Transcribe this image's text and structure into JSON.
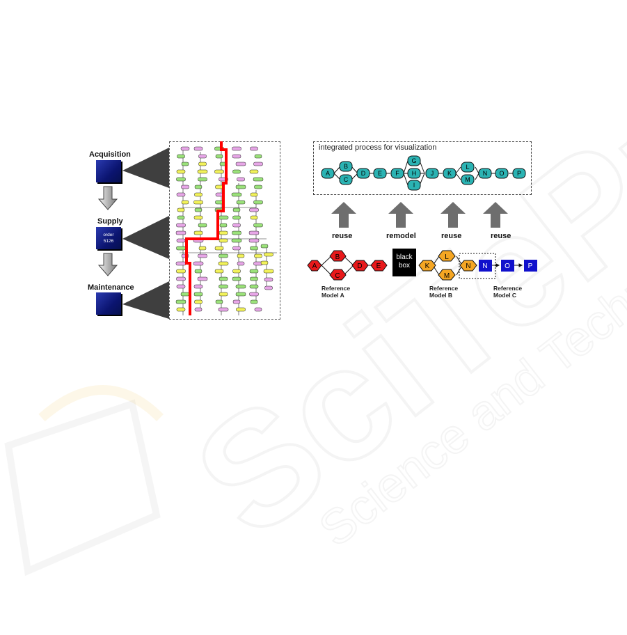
{
  "phases": [
    {
      "label": "Acquisition"
    },
    {
      "label": "Supply",
      "box_text_1": "order",
      "box_text_2": "5126"
    },
    {
      "label": "Maintenance"
    }
  ],
  "integrated_process": {
    "title": "integrated process for visualization",
    "nodes": [
      "A",
      "B",
      "C",
      "D",
      "E",
      "F",
      "G",
      "H",
      "I",
      "J",
      "K",
      "L",
      "M",
      "N",
      "O",
      "P"
    ]
  },
  "operations": [
    "reuse",
    "remodel",
    "reuse",
    "reuse"
  ],
  "black_box": {
    "line1": "black",
    "line2": "box"
  },
  "reference_models": [
    {
      "line1": "Reference",
      "line2": "Model A",
      "nodes": [
        "A",
        "B",
        "C",
        "D",
        "E"
      ]
    },
    {
      "line1": "Reference",
      "line2": "Model B",
      "nodes": [
        "K",
        "L",
        "M",
        "N"
      ]
    },
    {
      "line1": "Reference",
      "line2": "Model C",
      "nodes": [
        "N",
        "O",
        "P"
      ]
    }
  ],
  "colors": {
    "teal": "#2bb3b3",
    "red": "#e8191b",
    "orange": "#f5a623",
    "blue": "#1111cc",
    "arrow_gray": "#6e6e6e",
    "highlight_path": "#ff0000"
  }
}
